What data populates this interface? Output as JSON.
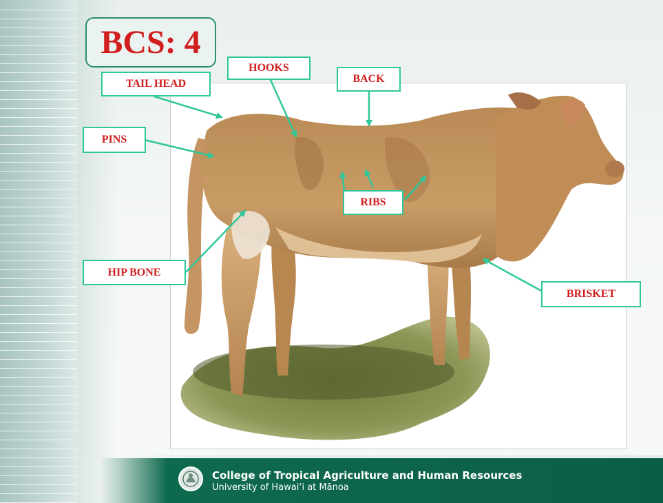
{
  "slide": {
    "title": "BCS: 4",
    "colors": {
      "accent_green": "#2fc79a",
      "label_red": "#d11e1e",
      "footer_green": "#0e6a4f"
    }
  },
  "labels": {
    "tail_head": "TAIL HEAD",
    "hooks": "HOOKS",
    "back": "BACK",
    "pins": "PINS",
    "ribs": "RIBS",
    "hip_bone": "HIP BONE",
    "brisket": "BRISKET"
  },
  "footer": {
    "line1": "College of Tropical Agriculture and Human Resources",
    "line2": "University of Hawai‘i at Mānoa",
    "seal_icon": "university-seal-icon"
  },
  "photo": {
    "subject": "cow-photo"
  }
}
